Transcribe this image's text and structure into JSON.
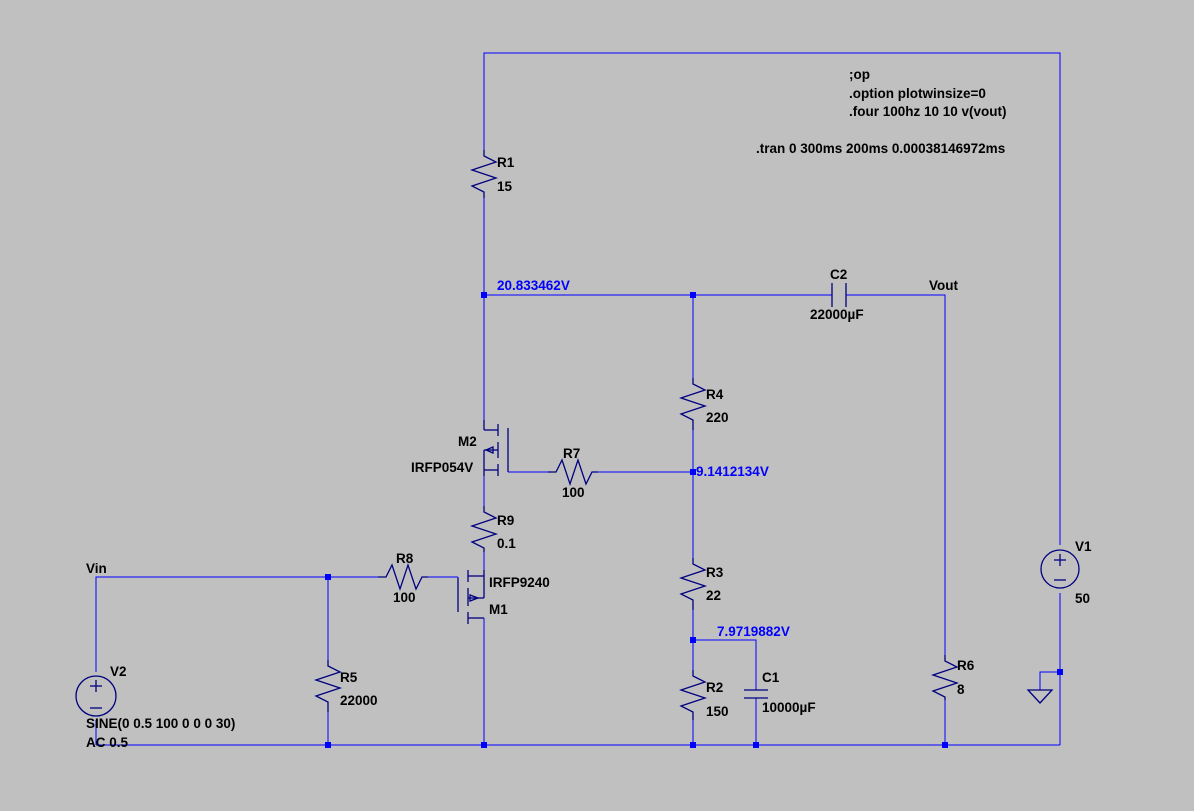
{
  "directives": {
    "op": ";op",
    "option": ".option plotwinsize=0",
    "four": ".four 100hz 10 10 v(vout)",
    "tran": ".tran 0 300ms 200ms 0.00038146972ms"
  },
  "nets": {
    "vin": "Vin",
    "vout": "Vout"
  },
  "node_voltages": {
    "drain_m2": "20.833462V",
    "gate_m2": "9.1412134V",
    "r3_r2": "7.9719882V"
  },
  "components": {
    "r1": {
      "name": "R1",
      "value": "15"
    },
    "r2": {
      "name": "R2",
      "value": "150"
    },
    "r3": {
      "name": "R3",
      "value": "22"
    },
    "r4": {
      "name": "R4",
      "value": "220"
    },
    "r5": {
      "name": "R5",
      "value": "22000"
    },
    "r6": {
      "name": "R6",
      "value": "8"
    },
    "r7": {
      "name": "R7",
      "value": "100"
    },
    "r8": {
      "name": "R8",
      "value": "100"
    },
    "r9": {
      "name": "R9",
      "value": "0.1"
    },
    "c1": {
      "name": "C1",
      "value": "10000µF"
    },
    "c2": {
      "name": "C2",
      "value": "22000µF"
    },
    "m1": {
      "name": "M1",
      "model": "IRFP9240"
    },
    "m2": {
      "name": "M2",
      "model": "IRFP054V"
    },
    "v1": {
      "name": "V1",
      "value": "50"
    },
    "v2": {
      "name": "V2",
      "value": "SINE(0 0.5 100 0 0 0 30)",
      "ac": "AC 0.5"
    }
  },
  "colors": {
    "background": "#c0c0c0",
    "wire": "#0000ff",
    "component": "#000080",
    "voltage_label": "#0000ff",
    "text": "#000000"
  }
}
